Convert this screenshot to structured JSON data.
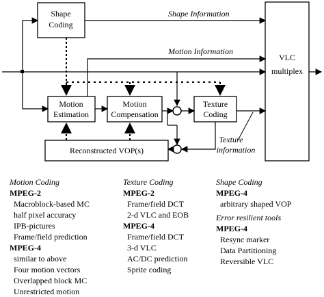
{
  "diagram": {
    "blocks": {
      "shape_coding": [
        "Shape",
        "Coding"
      ],
      "motion_estimation": [
        "Motion",
        "Estimation"
      ],
      "motion_compensation": [
        "Motion",
        "Compensation"
      ],
      "texture_coding": [
        "Texture",
        "Coding"
      ],
      "reconstructed_vop": "Reconstructed VOP(s)",
      "vlc": [
        "VLC",
        "multiplex"
      ]
    },
    "labels": {
      "shape_information": "Shape Information",
      "motion_information": "Motion Information",
      "texture_information": [
        "Texture",
        "information"
      ]
    }
  },
  "tools": {
    "motion_coding": {
      "heading": "Motion Coding",
      "mpeg2_label": "MPEG-2",
      "mpeg2_items": [
        "Macroblock-based MC",
        "half pixel accuracy",
        "IPB-pictures",
        "Frame/field prediction"
      ],
      "mpeg4_label": "MPEG-4",
      "mpeg4_items": [
        "similar to above",
        "Four motion vectors",
        "Overlapped block MC",
        "Unrestricted motion"
      ]
    },
    "texture_coding": {
      "heading": "Texture Coding",
      "mpeg2_label": "MPEG-2",
      "mpeg2_items": [
        "Frame/field DCT",
        "2-d VLC and EOB"
      ],
      "mpeg4_label": "MPEG-4",
      "mpeg4_items": [
        "Frame/field DCT",
        "3-d VLC",
        "AC/DC prediction",
        "Sprite coding"
      ]
    },
    "shape_coding": {
      "heading": "Shape Coding",
      "mpeg4_label": "MPEG-4",
      "mpeg4_items": [
        "arbitrary shaped VOP"
      ]
    },
    "error_resilient": {
      "heading": "Error resilient tools",
      "mpeg4_label": "MPEG-4",
      "mpeg4_items": [
        "Resync marker",
        "Data Partitioning",
        "Reversible VLC"
      ]
    }
  }
}
